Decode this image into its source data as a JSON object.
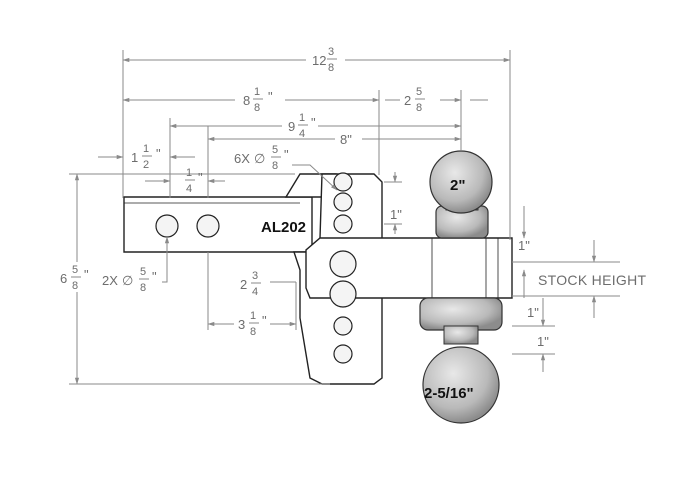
{
  "model": "AL202",
  "balls": {
    "top": "2\"",
    "bottom": "2-5/16\""
  },
  "dimensions": {
    "overall_length": {
      "whole": "12",
      "num": "3",
      "den": "8"
    },
    "shank_to_mount": {
      "whole": "8",
      "num": "1",
      "den": "8",
      "unit": "\""
    },
    "ball_offset": {
      "whole": "2",
      "num": "5",
      "den": "8"
    },
    "pin_to_ball": {
      "whole": "9",
      "num": "1",
      "den": "4",
      "unit": "\""
    },
    "hole_to_ball": {
      "value": "8\""
    },
    "pin_spacing": {
      "whole": "1",
      "num": "1",
      "den": "2",
      "unit": "\""
    },
    "pin_offset": {
      "num": "1",
      "den": "4",
      "unit": "\""
    },
    "mount_holes": {
      "prefix": "6X",
      "symbol": "∅",
      "num": "5",
      "den": "8",
      "unit": "\""
    },
    "shank_holes": {
      "prefix": "2X",
      "symbol": "∅",
      "num": "5",
      "den": "8",
      "unit": "\""
    },
    "total_height": {
      "whole": "6",
      "num": "5",
      "den": "8",
      "unit": "\""
    },
    "drop": {
      "whole": "2",
      "num": "3",
      "den": "4"
    },
    "rise_length": {
      "whole": "3",
      "num": "1",
      "den": "8",
      "unit": "\""
    },
    "hole_spacing_upper": {
      "value": "1\""
    },
    "hole_spacing_right": {
      "value": "1\""
    },
    "hole_spacing_lower_1": {
      "value": "1\""
    },
    "hole_spacing_lower_2": {
      "value": "1\""
    }
  },
  "stock_height_label": "STOCK HEIGHT"
}
